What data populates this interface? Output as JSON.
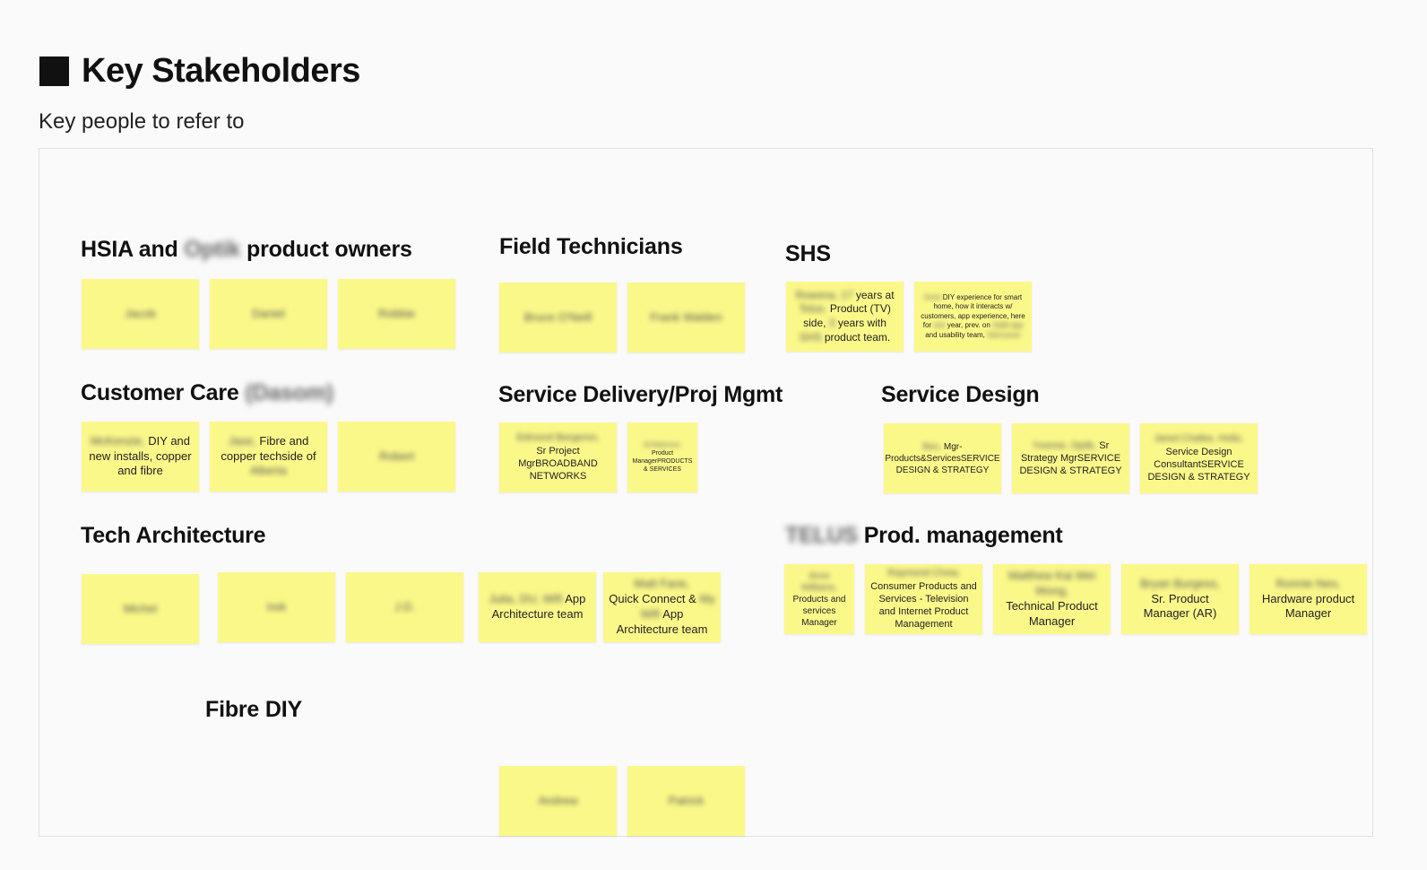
{
  "header": {
    "title": "Key Stakeholders",
    "subtitle": "Key people to refer to"
  },
  "sections": {
    "hsia": {
      "pre": "HSIA and",
      "hidden": "Optik",
      "post": "product owners"
    },
    "field": {
      "title": "Field Technicians"
    },
    "shs": {
      "title": "SHS"
    },
    "care": {
      "title": "Customer Care",
      "hidden": "(Dasom)"
    },
    "delivery": {
      "title": "Service Delivery/Proj Mgmt"
    },
    "design": {
      "title": "Service Design"
    },
    "tech": {
      "title": "Tech Architecture"
    },
    "prod": {
      "hidden": "TELUS",
      "title": "Prod. management"
    },
    "fibre": {
      "title": "Fibre DIY"
    }
  },
  "stickies": {
    "hsia_1": "Jacob",
    "hsia_2": "Daniel",
    "hsia_3": "Robbie",
    "field_1": "Bruce O'Neill",
    "field_2": "Frank Walden",
    "shs_1_name": "Rowena, 17",
    "shs_1_text": "years at",
    "shs_1_b": "Telus.",
    "shs_1_c": "Product (TV) side,",
    "shs_1_d": "3",
    "shs_1_e": "years with",
    "shs_1_f": "SHS",
    "shs_1_g": "product team.",
    "shs_2_a": "Anna",
    "shs_2_b": "DIY experience for smart home, how it interacts w/ customers, app experience, here for",
    "shs_2_c": "one",
    "shs_2_d": "year, prev. on",
    "shs_2_e": "Optik",
    "shs_2_f": "app",
    "shs_2_g": "and usability team,",
    "shs_2_h": "Vancouver",
    "care_1_name": "McKenzie,",
    "care_1_text": "DIY and new installs, copper and fibre",
    "care_2_name": "Jase,",
    "care_2_text": "Fibre and copper techside of",
    "care_2_hidden": "Alberta",
    "care_3": "Robert",
    "sd_1_name": "Edmond Bergeron,",
    "sd_1_text": "Sr Project MgrBROADBAND NETWORKS",
    "sd_2_name": "Jill Blakeman,",
    "sd_2_text": "Product ManagerPRODUCTS & SERVICES",
    "des_1_name": "Ben,",
    "des_1_text": "Mgr-Products&ServicesSERVICE DESIGN & STRATEGY",
    "des_2_name": "Yvonne, Optik,",
    "des_2_text": "Sr Strategy MgrSERVICE DESIGN & STRATEGY",
    "des_3_name": "Jared Chafee, Holtz,",
    "des_3_text": "Service Design ConsultantSERVICE DESIGN & STRATEGY",
    "tech_1": "Michel",
    "tech_2": "Irek",
    "tech_3": "J.D.",
    "tech_4_name": "Julia, DU, Wifi",
    "tech_4_text": "App Architecture team",
    "tech_5_name": "Matt Fane,",
    "tech_5_text": "Quick Connect &",
    "tech_5_hidden": "My",
    "tech_5_b": "Wifi",
    "tech_5_c": "App Architecture team",
    "pm_1_name": "Anne Williams,",
    "pm_1_text": "Products and services Manager",
    "pm_2_name": "Raymond Chow,",
    "pm_2_text": "Consumer Products and Services - Television and Internet Product Management",
    "pm_3_name": "Matthew Kai Wei Wong,",
    "pm_3_text": "Technical Product Manager",
    "pm_4_name": "Bryan Burgess,",
    "pm_4_text": "Sr. Product Manager (AR)",
    "pm_5_name": "Ronnie Neo,",
    "pm_5_text": "Hardware product Manager",
    "fib_1": "Andrew",
    "fib_2": "Patrick"
  },
  "colors": {
    "sticky": "#fbf88a",
    "title_square": "#111111",
    "board_border": "#e2e2e2"
  }
}
